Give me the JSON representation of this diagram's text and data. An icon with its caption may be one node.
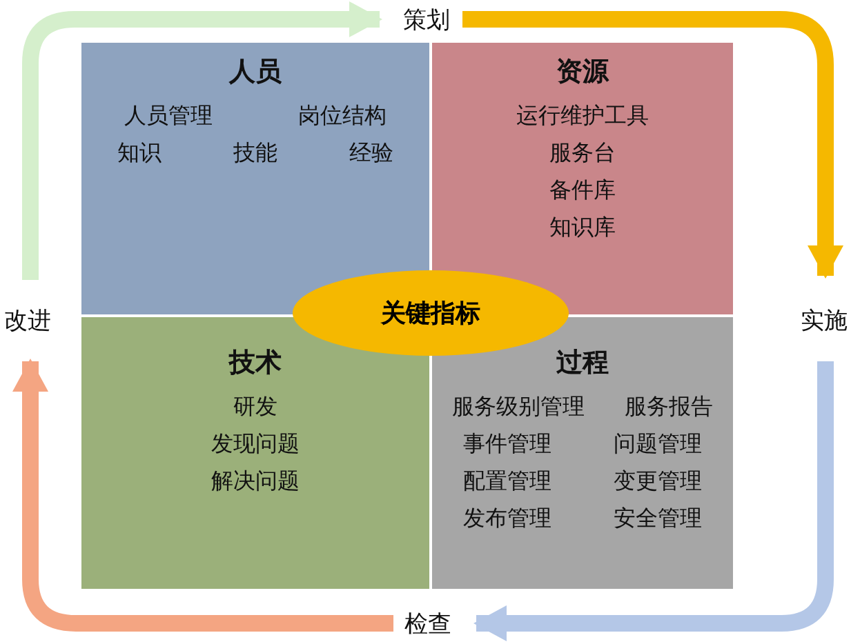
{
  "diagram": {
    "nodes": [
      {
        "text": [
          "策划"
        ]
      },
      {
        "text": [
          "人员",
          "人员管理",
          "岗位结构",
          "知识",
          "技能",
          "经验"
        ]
      },
      {
        "text": [
          "资源",
          "运行维护工具",
          "服务台",
          "备件库",
          "知识库"
        ]
      },
      {
        "text": [
          "改进"
        ]
      },
      {
        "text": [
          "关键指标"
        ]
      },
      {
        "text": [
          "实施"
        ]
      },
      {
        "text": [
          "技术",
          "研发",
          "发现问题",
          "解决问题"
        ]
      },
      {
        "text": [
          "过程",
          "服务级别管理",
          "服务报告",
          "事件管理",
          "问题管理",
          "配置管理",
          "变更管理",
          "发布管理",
          "安全管理"
        ]
      },
      {
        "text": [
          "检查"
        ]
      }
    ],
    "edges": [
      {
        "from": 0,
        "to": 5,
        "arrow": "to",
        "color": "#f5b800"
      },
      {
        "from": 5,
        "to": 8,
        "arrow": "to",
        "color": "#b4c7e7"
      },
      {
        "from": 8,
        "to": 3,
        "arrow": "to",
        "color": "#f4a582"
      },
      {
        "from": 3,
        "to": 0,
        "arrow": "to",
        "color": "#d5efcc"
      }
    ]
  }
}
